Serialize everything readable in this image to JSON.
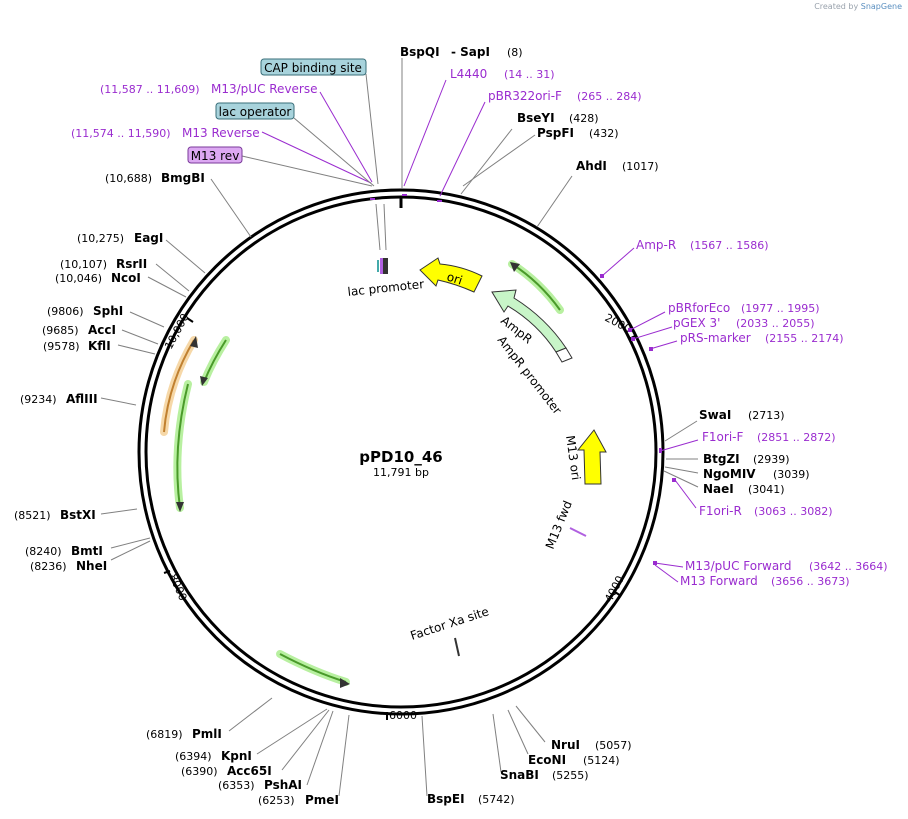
{
  "credit": {
    "created_by": "Created by",
    "brand": "SnapGene"
  },
  "plasmid": {
    "name": "pPD10_46",
    "size": "11,791 bp"
  },
  "ruler": [
    "2000",
    "4000",
    "6000",
    "8000",
    "10,000"
  ],
  "enzymes": [
    {
      "name": "BspQI",
      "pos": ""
    },
    {
      "name": "- SapI",
      "pos": "(8)"
    },
    {
      "name": "BseYI",
      "pos": "(428)"
    },
    {
      "name": "PspFI",
      "pos": "(432)"
    },
    {
      "name": "AhdI",
      "pos": "(1017)"
    },
    {
      "name": "SwaI",
      "pos": "(2713)"
    },
    {
      "name": "BtgZI",
      "pos": "(2939)"
    },
    {
      "name": "NgoMIV",
      "pos": "(3039)"
    },
    {
      "name": "NaeI",
      "pos": "(3041)"
    },
    {
      "name": "NruI",
      "pos": "(5057)"
    },
    {
      "name": "EcoNI",
      "pos": "(5124)"
    },
    {
      "name": "SnaBI",
      "pos": "(5255)"
    },
    {
      "name": "BspEI",
      "pos": "(5742)"
    },
    {
      "name": "PmeI",
      "pos": "(6253)"
    },
    {
      "name": "PshAI",
      "pos": "(6353)"
    },
    {
      "name": "Acc65I",
      "pos": "(6390)"
    },
    {
      "name": "KpnI",
      "pos": "(6394)"
    },
    {
      "name": "PmlI",
      "pos": "(6819)"
    },
    {
      "name": "NheI",
      "pos": "(8236)"
    },
    {
      "name": "BmtI",
      "pos": "(8240)"
    },
    {
      "name": "BstXI",
      "pos": "(8521)"
    },
    {
      "name": "AflIII",
      "pos": "(9234)"
    },
    {
      "name": "KflI",
      "pos": "(9578)"
    },
    {
      "name": "AccI",
      "pos": "(9685)"
    },
    {
      "name": "SphI",
      "pos": "(9806)"
    },
    {
      "name": "NcoI",
      "pos": "(10,046)"
    },
    {
      "name": "RsrII",
      "pos": "(10,107)"
    },
    {
      "name": "EagI",
      "pos": "(10,275)"
    },
    {
      "name": "BmgBI",
      "pos": "(10,688)"
    }
  ],
  "primers": [
    {
      "name": "L4440",
      "range": "(14 .. 31)"
    },
    {
      "name": "pBR322ori-F",
      "range": "(265 .. 284)"
    },
    {
      "name": "Amp-R",
      "range": "(1567 .. 1586)"
    },
    {
      "name": "pBRforEco",
      "range": "(1977 .. 1995)"
    },
    {
      "name": "pGEX 3'",
      "range": "(2033 .. 2055)"
    },
    {
      "name": "pRS-marker",
      "range": "(2155 .. 2174)"
    },
    {
      "name": "F1ori-F",
      "range": "(2851 .. 2872)"
    },
    {
      "name": "F1ori-R",
      "range": "(3063 .. 3082)"
    },
    {
      "name": "M13/pUC Forward",
      "range": "(3642 .. 3664)"
    },
    {
      "name": "M13 Forward",
      "range": "(3656 .. 3673)"
    },
    {
      "name": "M13/pUC Reverse",
      "range": "(11,587 .. 11,609)"
    },
    {
      "name": "M13 Reverse",
      "range": "(11,574 .. 11,590)"
    }
  ],
  "boxed_features": [
    {
      "name": "CAP binding site",
      "fill": "#a8d3dc"
    },
    {
      "name": "lac operator",
      "fill": "#a8d3dc"
    },
    {
      "name": "M13 rev",
      "fill": "#dca8f2"
    }
  ],
  "inner_features": [
    "ori",
    "AmpR",
    "AmpR promoter",
    "lac promoter",
    "M13 ori",
    "M13 fwd",
    "Factor Xa site"
  ],
  "colors": {
    "primer": "#9a2ccf",
    "ori": "#ffff00",
    "ampr": "#c8f5c8",
    "green_arrow": "#5fbf2f",
    "orange_arrow": "#e0a040",
    "cap_box": "#a8d3dc",
    "rev_box": "#dca8f2"
  }
}
